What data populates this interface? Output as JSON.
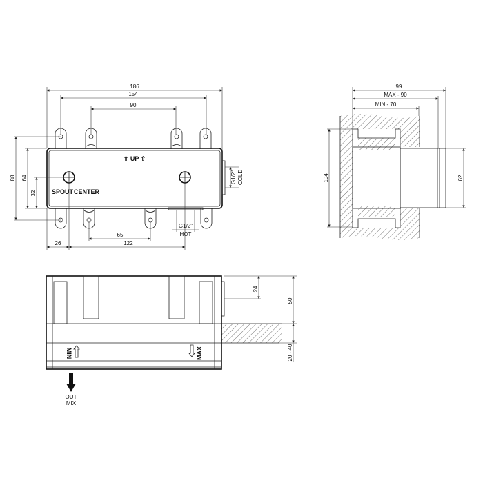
{
  "front_view": {
    "dims": {
      "overall_width": "186",
      "outer_tabs": "154",
      "inner_tabs": "90",
      "height_tabs": "88",
      "body_height": "64",
      "spout_height": "32",
      "bottom_tabs": "65",
      "spout_offset": "26",
      "spout_center": "122"
    },
    "up_label": "⇧ UP ⇧",
    "spout_label": "SPOUT",
    "center_label": "CENTER",
    "cold_size": "G1/2\"",
    "cold_label": "COLD",
    "hot_size": "G1/2\"",
    "hot_label": "HOT"
  },
  "side_view": {
    "dims": {
      "depth": "50",
      "connection": "24",
      "wall_range": "20 - 40"
    },
    "min_label": "MIN",
    "max_label": "MAX",
    "out_label": "OUT",
    "mix_label": "MIX"
  },
  "section_view": {
    "dims": {
      "overall": "99",
      "max": "MAX - 90",
      "min": "MIN - 70",
      "flange_height": "104",
      "cylinder_diameter": "62"
    }
  },
  "colors": {
    "line": "#111111",
    "background": "#ffffff"
  }
}
